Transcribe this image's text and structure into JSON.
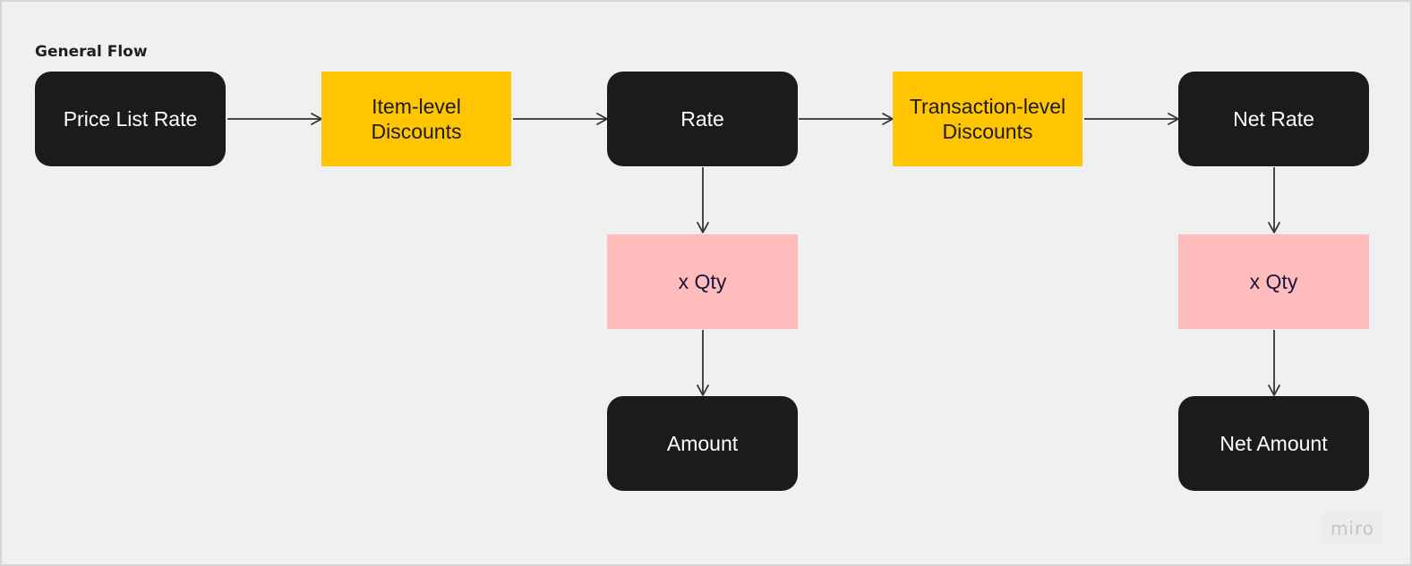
{
  "frame": {
    "title": "General Flow"
  },
  "nodes": {
    "price_list_rate": "Price List Rate",
    "item_level_discounts": "Item-level Discounts",
    "rate": "Rate",
    "transaction_level_discounts": "Transaction-level Discounts",
    "net_rate": "Net Rate",
    "qty_rate": "x Qty",
    "qty_net_rate": "x Qty",
    "amount": "Amount",
    "net_amount": "Net Amount"
  },
  "edges": [
    {
      "from": "price_list_rate",
      "to": "item_level_discounts"
    },
    {
      "from": "item_level_discounts",
      "to": "rate"
    },
    {
      "from": "rate",
      "to": "transaction_level_discounts"
    },
    {
      "from": "transaction_level_discounts",
      "to": "net_rate"
    },
    {
      "from": "rate",
      "to": "qty_rate"
    },
    {
      "from": "qty_rate",
      "to": "amount"
    },
    {
      "from": "net_rate",
      "to": "qty_net_rate"
    },
    {
      "from": "qty_net_rate",
      "to": "net_amount"
    }
  ],
  "colors": {
    "background": "#f0f0f0",
    "dark_node": "#1b1b1b",
    "discount_node": "#ffc500",
    "qty_node": "#ffbcbd",
    "connector": "#333333"
  },
  "watermark": "miro"
}
